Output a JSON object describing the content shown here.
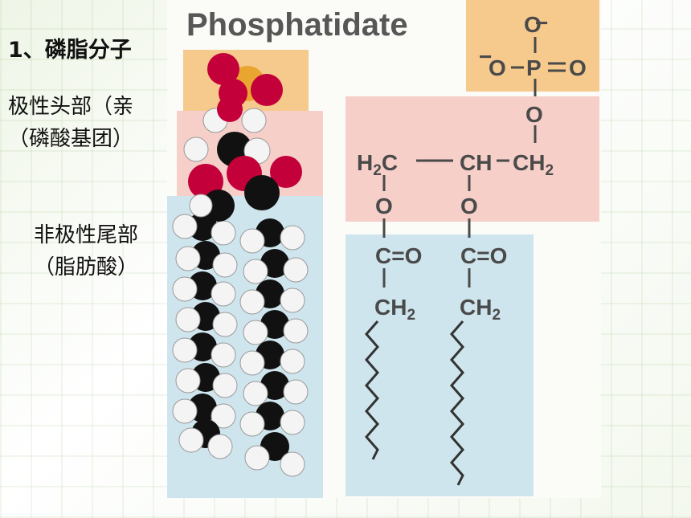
{
  "slide": {
    "title": "1、磷脂分子",
    "head_label_line1": "极性头部（亲",
    "head_label_line2": "（磷酸基团）",
    "tail_label_line1": "非极性尾部",
    "tail_label_line2": "（脂肪酸）"
  },
  "figure": {
    "heading": "Phosphatidate",
    "formula": {
      "phosphate_top_o": "O",
      "phosphate_charge": "−",
      "phosphate_left_o": "O",
      "phosphorus": "P",
      "phosphate_right_o": "O",
      "phosphate_bottom_o": "O",
      "glycerol_left": "H",
      "glycerol_left_sub": "2",
      "glycerol_left_c": "C",
      "glycerol_mid": "CH",
      "glycerol_right": "CH",
      "glycerol_right_sub": "2",
      "ester_o_left": "O",
      "ester_o_right": "O",
      "carbonyl_left": "C=O",
      "carbonyl_right": "C=O",
      "ch2_left": "CH",
      "ch2_left_sub": "2",
      "ch2_right": "CH",
      "ch2_right_sub": "2"
    },
    "colors": {
      "phosphate_zone": "#f6c98c",
      "glycerol_zone": "#f6cfc9",
      "tail_zone": "#cfe5ee",
      "oxygen": "#c4003a",
      "phosphorus": "#e8a530",
      "carbon": "#111111",
      "hydrogen": "#f4f4f4"
    }
  }
}
